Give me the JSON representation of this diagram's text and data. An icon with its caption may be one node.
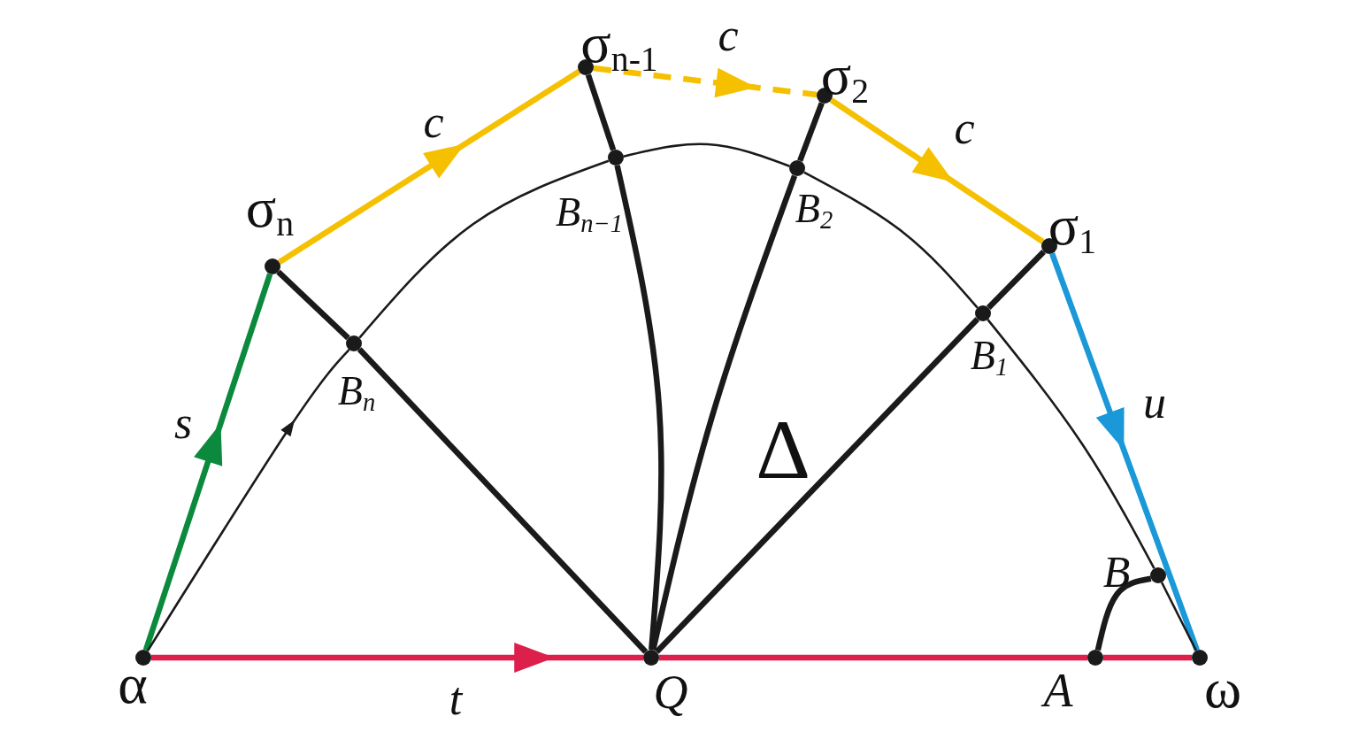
{
  "diagram": {
    "nodes": [
      {
        "text": [],
        "shape": "circle",
        "beside": [
          "α"
        ]
      },
      {
        "text": [],
        "shape": "circle",
        "beside": [
          "σ$_{n}$"
        ]
      },
      {
        "text": [],
        "shape": "circle",
        "beside": [
          "σ$_{n-1}$"
        ]
      },
      {
        "text": [],
        "shape": "circle",
        "beside": [
          "σ$_{2}$"
        ]
      },
      {
        "text": [],
        "shape": "circle",
        "beside": [
          "σ$_{1}$"
        ]
      },
      {
        "text": [],
        "shape": "circle",
        "beside": [
          "B$_{n}$"
        ]
      },
      {
        "text": [],
        "shape": "circle",
        "beside": [
          "B$_{n−1}$"
        ]
      },
      {
        "text": [],
        "shape": "circle",
        "beside": [
          "B$_{2}$"
        ]
      },
      {
        "text": [],
        "shape": "circle",
        "beside": [
          "B$_{1}$"
        ]
      },
      {
        "text": [],
        "shape": "circle",
        "beside": [
          "B"
        ]
      },
      {
        "text": [],
        "shape": "circle",
        "beside": [
          "Q"
        ]
      },
      {
        "text": [],
        "shape": "circle",
        "beside": [
          "A"
        ]
      },
      {
        "text": [],
        "shape": "circle",
        "beside": [
          "ω"
        ]
      }
    ],
    "edges": [
      {
        "from": 0,
        "to": 1,
        "arrow": "to",
        "label": "s",
        "color": "#0b8a3e"
      },
      {
        "from": 1,
        "to": 2,
        "arrow": "to",
        "label": "c",
        "color": "#f5c000"
      },
      {
        "from": 2,
        "to": 3,
        "arrow": "to",
        "label": "c",
        "style": "dashed",
        "color": "#f5c000"
      },
      {
        "from": 3,
        "to": 4,
        "arrow": "to",
        "label": "c",
        "color": "#f5c000"
      },
      {
        "from": 4,
        "to": 12,
        "arrow": "to",
        "label": "u",
        "color": "#1a98d8"
      },
      {
        "from": 0,
        "to": 10,
        "arrow": "to",
        "label": "t",
        "color": "#dc1f4b"
      },
      {
        "from": 10,
        "to": 11,
        "arrow": "none",
        "color": "#dc1f4b"
      },
      {
        "from": 11,
        "to": 12,
        "arrow": "none",
        "color": "#dc1f4b"
      },
      {
        "from": 1,
        "to": 5,
        "arrow": "none"
      },
      {
        "from": 5,
        "to": 10,
        "arrow": "none"
      },
      {
        "from": 2,
        "to": 6,
        "arrow": "none"
      },
      {
        "from": 6,
        "to": 10,
        "arrow": "none"
      },
      {
        "from": 3,
        "to": 7,
        "arrow": "none"
      },
      {
        "from": 7,
        "to": 10,
        "arrow": "none"
      },
      {
        "from": 4,
        "to": 8,
        "arrow": "none"
      },
      {
        "from": 8,
        "to": 10,
        "arrow": "none"
      },
      {
        "from": 0,
        "to": 5,
        "arrow": "to"
      },
      {
        "from": 5,
        "to": 6,
        "arrow": "none"
      },
      {
        "from": 6,
        "to": 7,
        "arrow": "none"
      },
      {
        "from": 7,
        "to": 8,
        "arrow": "none"
      },
      {
        "from": 8,
        "to": 9,
        "arrow": "none"
      },
      {
        "from": 9,
        "to": 12,
        "arrow": "none"
      },
      {
        "from": 11,
        "to": 9,
        "arrow": "none"
      }
    ],
    "labels": [
      "Δ"
    ]
  }
}
